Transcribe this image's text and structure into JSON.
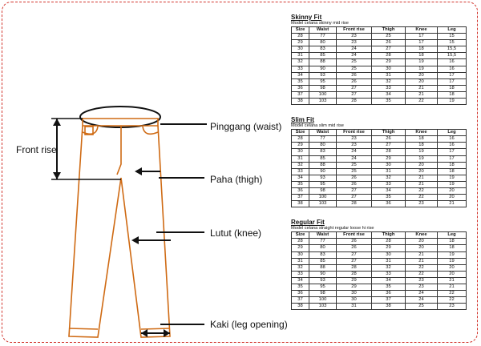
{
  "labels": {
    "front_rise": "Front rise",
    "waist": "Pinggang (waist)",
    "thigh": "Paha (thigh)",
    "knee": "Lutut (knee)",
    "leg_opening": "Kaki (leg opening)"
  },
  "colors": {
    "pants": "#cf6a13",
    "border": "#d2342c"
  },
  "columns": [
    "Size",
    "Waist",
    "Front rise",
    "Thigh",
    "Knee",
    "Leg"
  ],
  "sections": [
    {
      "title": "Skinny Fit",
      "subtitle": "Model celana skinny mid rise",
      "rows": [
        [
          "28",
          "77",
          "23",
          "25",
          "17",
          "15"
        ],
        [
          "29",
          "80",
          "23",
          "26",
          "17",
          "15"
        ],
        [
          "30",
          "83",
          "24",
          "27",
          "18",
          "15,5"
        ],
        [
          "31",
          "85",
          "24",
          "28",
          "18",
          "15,5"
        ],
        [
          "32",
          "88",
          "25",
          "29",
          "19",
          "16"
        ],
        [
          "33",
          "90",
          "25",
          "30",
          "19",
          "16"
        ],
        [
          "34",
          "93",
          "26",
          "31",
          "20",
          "17"
        ],
        [
          "35",
          "95",
          "26",
          "32",
          "20",
          "17"
        ],
        [
          "36",
          "98",
          "27",
          "33",
          "21",
          "18"
        ],
        [
          "37",
          "100",
          "27",
          "34",
          "21",
          "18"
        ],
        [
          "38",
          "103",
          "28",
          "35",
          "22",
          "19"
        ]
      ]
    },
    {
      "title": "Slim Fit",
      "subtitle": "Model celana slim mid rise",
      "rows": [
        [
          "28",
          "77",
          "23",
          "26",
          "18",
          "16"
        ],
        [
          "29",
          "80",
          "23",
          "27",
          "18",
          "16"
        ],
        [
          "30",
          "83",
          "24",
          "28",
          "19",
          "17"
        ],
        [
          "31",
          "85",
          "24",
          "29",
          "19",
          "17"
        ],
        [
          "32",
          "88",
          "25",
          "30",
          "20",
          "18"
        ],
        [
          "33",
          "90",
          "25",
          "31",
          "20",
          "18"
        ],
        [
          "34",
          "93",
          "26",
          "32",
          "21",
          "19"
        ],
        [
          "35",
          "95",
          "26",
          "33",
          "21",
          "19"
        ],
        [
          "36",
          "98",
          "27",
          "34",
          "22",
          "20"
        ],
        [
          "37",
          "100",
          "27",
          "35",
          "22",
          "20"
        ],
        [
          "38",
          "103",
          "28",
          "36",
          "23",
          "21"
        ]
      ]
    },
    {
      "title": "Regular Fit",
      "subtitle": "Model celana straight regular loose hi rise",
      "rows": [
        [
          "28",
          "77",
          "26",
          "28",
          "20",
          "18"
        ],
        [
          "29",
          "80",
          "26",
          "29",
          "20",
          "18"
        ],
        [
          "30",
          "83",
          "27",
          "30",
          "21",
          "19"
        ],
        [
          "31",
          "85",
          "27",
          "31",
          "21",
          "19"
        ],
        [
          "32",
          "88",
          "28",
          "32",
          "22",
          "20"
        ],
        [
          "33",
          "90",
          "28",
          "33",
          "22",
          "20"
        ],
        [
          "34",
          "93",
          "29",
          "34",
          "23",
          "21"
        ],
        [
          "35",
          "95",
          "29",
          "35",
          "23",
          "21"
        ],
        [
          "36",
          "98",
          "30",
          "36",
          "24",
          "22"
        ],
        [
          "37",
          "100",
          "30",
          "37",
          "24",
          "22"
        ],
        [
          "38",
          "103",
          "31",
          "38",
          "25",
          "23"
        ]
      ]
    }
  ]
}
